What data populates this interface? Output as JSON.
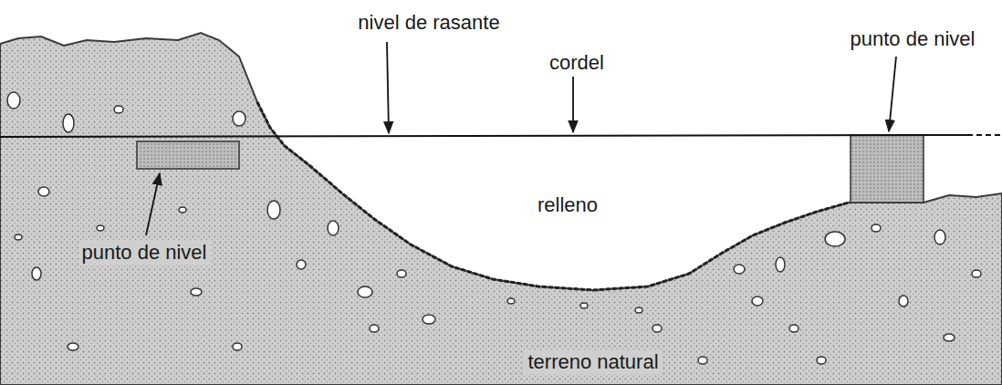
{
  "diagram": {
    "labels": [
      "nivel de rasante",
      "cordel",
      "punto de nivel",
      "relleno",
      "punto de nivel",
      "terreno natural"
    ]
  }
}
